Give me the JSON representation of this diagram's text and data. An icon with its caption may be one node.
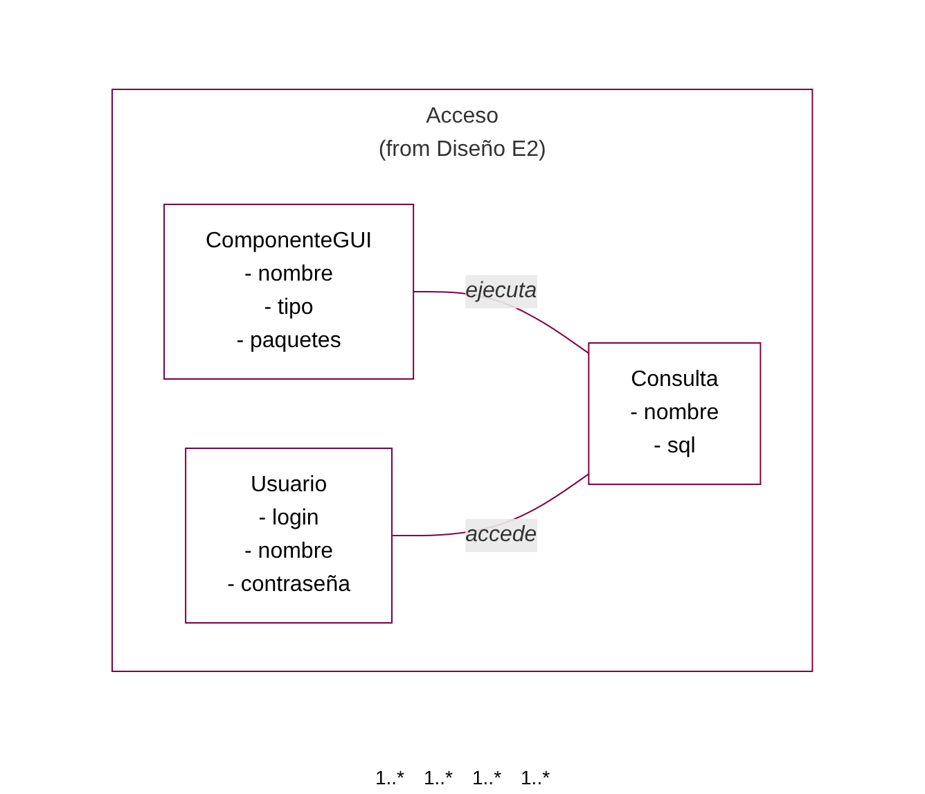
{
  "diagram": {
    "nodes": [
      {
        "text": [
          "Acceso",
          "(from Diseño E2)"
        ]
      },
      {
        "text": [
          "ComponenteGUI",
          "- nombre",
          "- tipo",
          "- paquetes"
        ],
        "in": 0
      },
      {
        "text": [
          "Usuario",
          "- login",
          "- nombre",
          "- contraseña"
        ],
        "in": 0
      },
      {
        "text": [
          "Consulta",
          "- nombre",
          "- sql"
        ],
        "in": 0
      }
    ],
    "edges": [
      {
        "from": 1,
        "to": 3,
        "arrow": "none",
        "label": "ejecuta"
      },
      {
        "from": 2,
        "to": 3,
        "arrow": "none",
        "label": "accede"
      }
    ],
    "labels": [
      "1..*",
      "1..*",
      "1..*",
      "1..*"
    ]
  }
}
